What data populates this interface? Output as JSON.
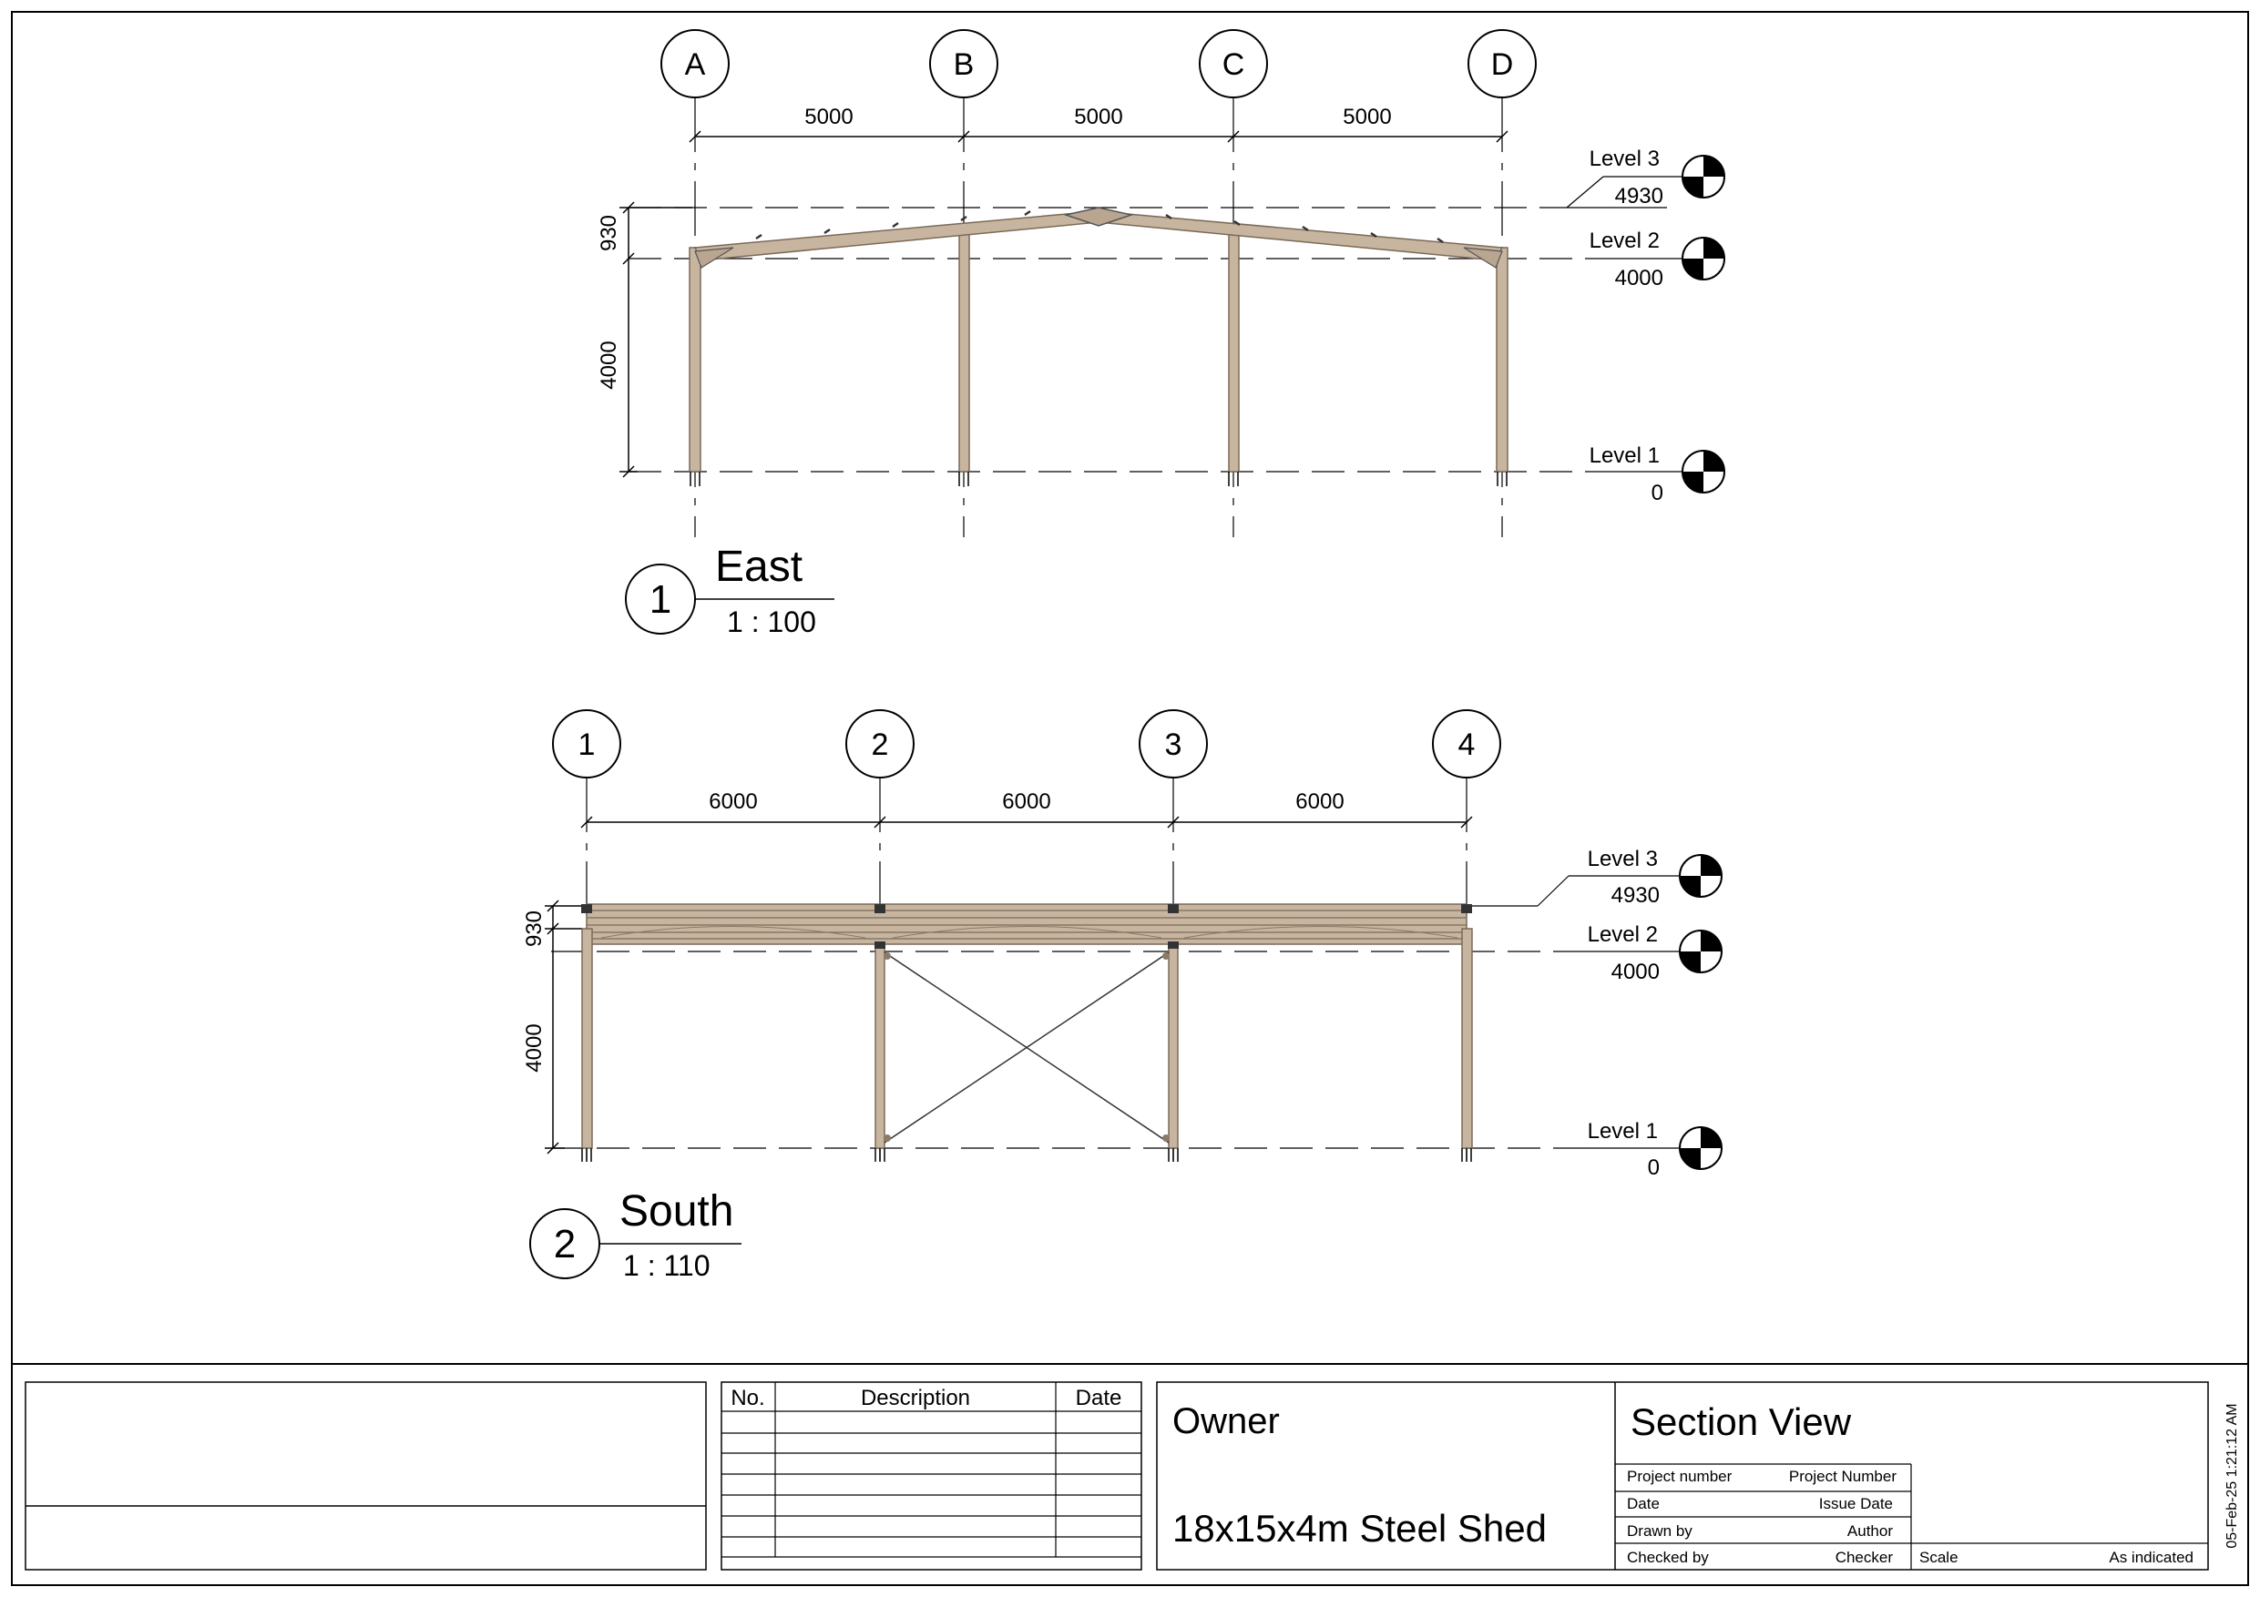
{
  "sheet": {
    "timestamp": "05-Feb-25 1:21:12 AM"
  },
  "east_view": {
    "number": "1",
    "title": "East",
    "scale": "1 : 100",
    "grids": [
      "A",
      "B",
      "C",
      "D"
    ],
    "spans": [
      "5000",
      "5000",
      "5000"
    ],
    "height_dims": [
      "930",
      "4000"
    ],
    "levels": [
      {
        "name": "Level 3",
        "elevation": "4930"
      },
      {
        "name": "Level 2",
        "elevation": "4000"
      },
      {
        "name": "Level 1",
        "elevation": "0"
      }
    ]
  },
  "south_view": {
    "number": "2",
    "title": "South",
    "scale": "1 : 110",
    "grids": [
      "1",
      "2",
      "3",
      "4"
    ],
    "spans": [
      "6000",
      "6000",
      "6000"
    ],
    "height_dims": [
      "930",
      "4000"
    ],
    "levels": [
      {
        "name": "Level 3",
        "elevation": "4930"
      },
      {
        "name": "Level 2",
        "elevation": "4000"
      },
      {
        "name": "Level 1",
        "elevation": "0"
      }
    ]
  },
  "revisions": {
    "headers": [
      "No.",
      "Description",
      "Date"
    ],
    "rows": []
  },
  "title_block": {
    "owner": "Owner",
    "project_name": "18x15x4m Steel Shed",
    "sheet_name": "Section View",
    "fields": [
      {
        "label": "Project number",
        "value": "Project Number"
      },
      {
        "label": "Date",
        "value": "Issue Date"
      },
      {
        "label": "Drawn by",
        "value": "Author"
      },
      {
        "label": "Checked by",
        "value": "Checker"
      }
    ],
    "scale_label": "Scale",
    "scale_value": "As indicated"
  },
  "colors": {
    "steel": "#c8b5a0",
    "steel_edge": "#7a6a58",
    "line": "#000000"
  }
}
